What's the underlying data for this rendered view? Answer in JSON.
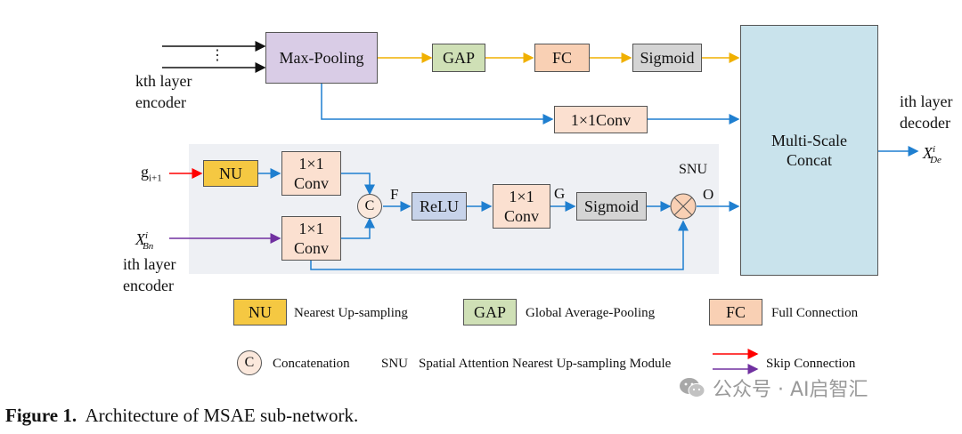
{
  "diagram": {
    "inputs": {
      "kth_encoder": [
        "kth layer",
        "encoder"
      ],
      "ith_encoder": [
        "ith layer",
        "encoder"
      ],
      "g_symbol": "g",
      "g_sub": "i+1",
      "x_bn_symbol": "X",
      "x_bn_sup": "i",
      "x_bn_sub": "Bn",
      "dots": "⋮"
    },
    "output": {
      "label": [
        "ith layer",
        "decoder"
      ],
      "symbol": "X",
      "sup": "i",
      "sub": "De"
    },
    "blocks": {
      "maxpool": "Max-Pooling",
      "gap": "GAP",
      "fc": "FC",
      "sigmoid_top": "Sigmoid",
      "conv_mid": "1×1Conv",
      "concat": [
        "Multi-Scale",
        "Concat"
      ],
      "nu": "NU",
      "conv_a": [
        "1×1",
        "Conv"
      ],
      "conv_b": [
        "1×1",
        "Conv"
      ],
      "c_node": "C",
      "relu": "ReLU",
      "conv_c": [
        "1×1",
        "Conv"
      ],
      "sigmoid_snu": "Sigmoid"
    },
    "labels": {
      "snu": "SNU",
      "F": "F",
      "G": "G",
      "O": "O"
    },
    "legend": {
      "nu_key": "NU",
      "nu_text": "Nearest Up-sampling",
      "gap_key": "GAP",
      "gap_text": "Global Average-Pooling",
      "fc_key": "FC",
      "fc_text": "Full Connection",
      "c_key": "C",
      "c_text": "Concatenation",
      "snu_key": "SNU",
      "snu_text": "Spatial Attention Nearest Up-sampling Module",
      "skip_text": "Skip Connection"
    },
    "colors": {
      "maxpool": "#d9cce6",
      "gap": "#cfe0b6",
      "fc": "#f9d0b4",
      "sigmoid": "#d4d4d4",
      "concat": "#c9e3ec",
      "nu": "#f5c842",
      "conv": "#fbe0d0",
      "relu": "#c7d3ea",
      "snu_bg": "#eef0f4",
      "arrow_orange": "#f0b000",
      "arrow_blue": "#1f7fd0",
      "arrow_red": "#ff0000",
      "arrow_purple": "#7030a0"
    }
  },
  "caption": {
    "label": "Figure 1.",
    "text": "Architecture of MSAE sub-network."
  },
  "watermark": "公众号 · AI启智汇"
}
